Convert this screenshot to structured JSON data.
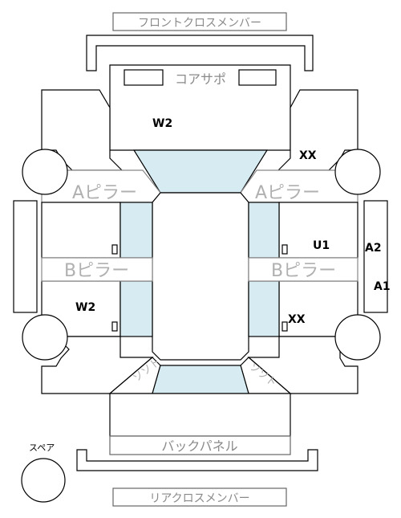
{
  "labels": {
    "front_cross_member": "フロントクロスメンバー",
    "core_support": "コアサポ",
    "a_pillar_left": "Aピラー",
    "a_pillar_right": "Aピラー",
    "b_pillar_left": "Bピラー",
    "b_pillar_right": "Bピラー",
    "back_panel": "バックパネル",
    "rear_cross_member": "リアクロスメンバー",
    "spare": "スペア",
    "rear_left_corner": "ソソト",
    "rear_right_corner": "ソソト"
  },
  "marks": {
    "front_left_area": "W2",
    "front_right_area": "XX",
    "right_front_door": "U1",
    "left_rear_door": "W2",
    "right_rear_door": "XX",
    "right_sill_upper": "A2",
    "right_sill_lower": "A1"
  },
  "colors": {
    "glass": "#d6ebf2",
    "label_text": "#8a8a8a",
    "pillar_text": "#b0b0b0"
  }
}
